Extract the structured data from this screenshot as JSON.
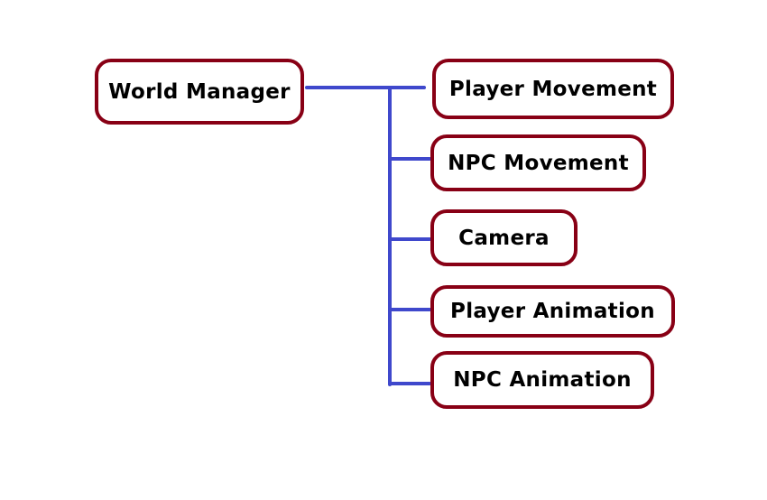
{
  "colors": {
    "node_border": "#880015",
    "connector": "#3F48CC"
  },
  "root": {
    "label": "World Manager"
  },
  "children": [
    {
      "label": "Player Movement"
    },
    {
      "label": "NPC Movement"
    },
    {
      "label": "Camera"
    },
    {
      "label": "Player Animation"
    },
    {
      "label": "NPC Animation"
    }
  ]
}
